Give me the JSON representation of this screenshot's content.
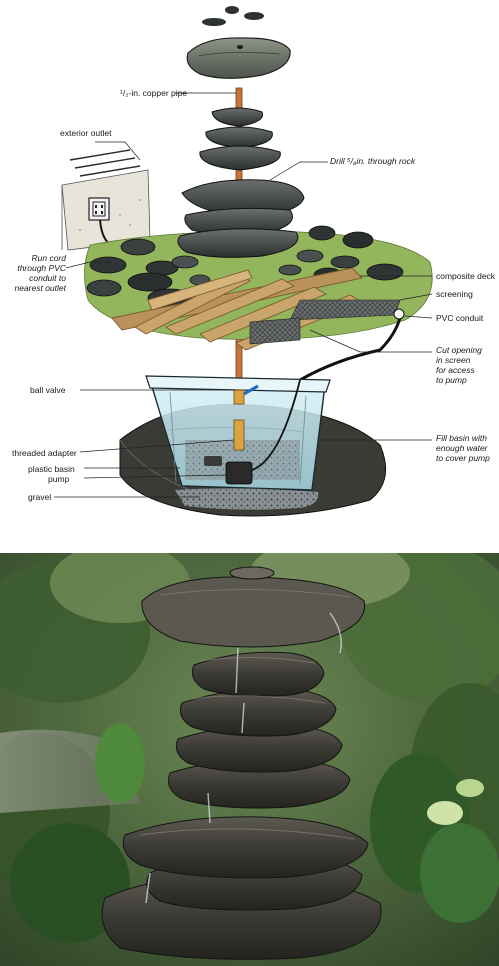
{
  "colors": {
    "rock_dark": "#2f3434",
    "rock_mid": "#4a5050",
    "rock_light": "#7d837d",
    "wood": "#c9a56b",
    "wood_edge": "#7a5a2e",
    "copper": "#c7743a",
    "grass": "#93b55c",
    "soil": "#3b3b36",
    "water": "#bfe6ef",
    "foliage": "#4d7a3a"
  },
  "labels": {
    "copper_pipe": "¹/₂-in. copper pipe",
    "exterior_outlet": "exterior outlet",
    "drill": "Drill ⁵/₈in. through rock",
    "run_cord": [
      "Run cord",
      "through PVC",
      "conduit to",
      "nearest outlet"
    ],
    "composite_deck": "composite deck",
    "screening": "screening",
    "pvc_conduit": "PVC conduit",
    "cut_opening": [
      "Cut opening",
      "in screen",
      "for access",
      "to pump"
    ],
    "ball_valve": "ball valve",
    "threaded_adapter": "threaded adapter",
    "plastic_basin": "plastic basin",
    "pump": "pump",
    "gravel": "gravel",
    "fill_basin": [
      "Fill basin with",
      "enough water",
      "to cover pump"
    ]
  },
  "icons": {
    "outlet": "electrical-outlet-icon"
  }
}
